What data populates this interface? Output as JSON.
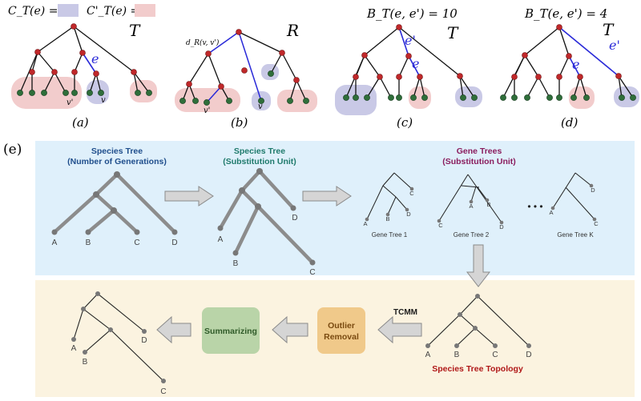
{
  "top": {
    "legend": {
      "ct_label": "C_T(e) =",
      "ctp_label": "C'_T(e) =",
      "blue": "#c9c9e6",
      "pink": "#f2cccc"
    },
    "panels": [
      {
        "caption": "(a)",
        "tree_label": "T",
        "edge_label": "e",
        "leaf_labels": [
          "v'",
          "v"
        ]
      },
      {
        "caption": "(b)",
        "tree_label": "R",
        "dist_label": "d_R(v, v')",
        "leaf_labels": [
          "v'",
          "v"
        ]
      },
      {
        "caption": "(c)",
        "tree_label": "T",
        "eq": "B_T(e, e') = 10",
        "edge_labels": [
          "e'",
          "e"
        ]
      },
      {
        "caption": "(d)",
        "tree_label": "T",
        "eq": "B_T(e, e') = 4",
        "edge_labels": [
          "e",
          "e'"
        ]
      }
    ]
  },
  "bottom": {
    "panel_label": "(e)",
    "colors": {
      "blue_bg": "#dff0fb",
      "yellow_bg": "#fbf3e0",
      "species_title": "#1f4e8c",
      "species2_title": "#1f7a6c",
      "gene_title": "#8a1d5e",
      "topology_label": "#b01818"
    },
    "species_tree_1": {
      "title1": "Species Tree",
      "title2": "(Number of Generations)",
      "leaves": [
        "A",
        "B",
        "C",
        "D"
      ]
    },
    "species_tree_2": {
      "title1": "Species Tree",
      "title2": "(Substitution Unit)",
      "leaves": [
        "A",
        "B",
        "C",
        "D"
      ]
    },
    "gene_trees": {
      "title1": "Gene Trees",
      "title2": "(Substitution Unit)",
      "ellipsis": "• • •",
      "trees": [
        {
          "caption": "Gene Tree 1",
          "leaves": [
            "A",
            "B",
            "D",
            "C"
          ]
        },
        {
          "caption": "Gene Tree 2",
          "leaves": [
            "C",
            "A",
            "B",
            "D"
          ]
        },
        {
          "caption": "Gene Tree K",
          "leaves": [
            "A",
            "D",
            "C"
          ]
        }
      ]
    },
    "topology": {
      "label": "Species Tree Topology",
      "leaves": [
        "A",
        "B",
        "C",
        "D"
      ]
    },
    "tcmm_label": "TCMM",
    "outlier_box": {
      "line1": "Outlier",
      "line2": "Removal",
      "bg": "#f0c98a",
      "fg": "#7a4a10"
    },
    "summarizing_box": {
      "label": "Summarizing",
      "bg": "#b9d4a8",
      "fg": "#2f5a28"
    },
    "final_tree": {
      "leaves": [
        "A",
        "D",
        "B",
        "C"
      ]
    }
  }
}
